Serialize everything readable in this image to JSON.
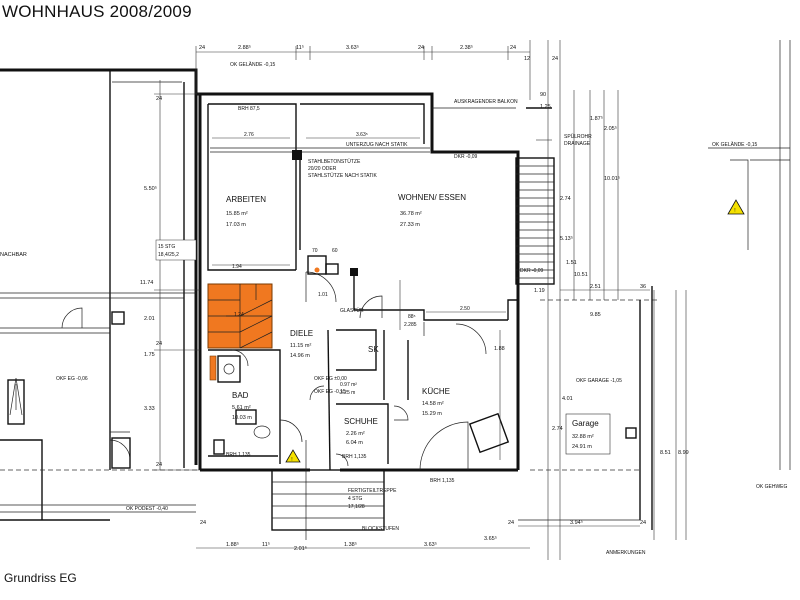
{
  "title": "WOHNHAUS 2008/2009",
  "caption": "Grundriss EG",
  "rooms": {
    "arbeiten": {
      "name": "ARBEITEN",
      "area": "15.85 m²",
      "perimeter": "17.03 m"
    },
    "wohnen": {
      "name": "WOHNEN/ ESSEN",
      "area": "36.78 m²",
      "perimeter": "27.33 m"
    },
    "diele": {
      "name": "DIELE",
      "area": "11.15 m²",
      "perimeter": "14.96 m"
    },
    "bad": {
      "name": "BAD",
      "area": "5.61 m²",
      "perimeter": "10.03 m"
    },
    "kueche": {
      "name": "KÜCHE",
      "area": "14.58 m²",
      "perimeter": "15.29 m"
    },
    "schuhe": {
      "name": "SCHUHE",
      "area": "2.26 m²",
      "perimeter": "6.04 m"
    },
    "sk": {
      "name": "SK",
      "area": "0.97 m²",
      "perimeter": "3.25 m"
    },
    "garage": {
      "name": "Garage",
      "area": "32.88 m²",
      "perimeter": "24.91 m"
    }
  },
  "labels": {
    "nachbar": "NACHBAR",
    "balkon": "AUSKRAGENDER BALKON",
    "unterzug": "UNTERZUG NACH STATIK",
    "stahlstuetze_1": "STAHLBETONSTÜTZE",
    "stahlstuetze_2": "20/20 ODER",
    "stahlstuetze_3": "STAHLSTÜTZE NACH STATIK",
    "stg_1": "15 STG",
    "stg_2": "18,4/25,2",
    "treppe_1": "FERTIGTEILTREPPE",
    "treppe_2": "4 STG",
    "treppe_3": "17,1/28",
    "blockstufen": "BLOCKSTUFEN",
    "glastuer": "GLASTÜR",
    "spulrohr": "SPÜLROHR",
    "drainage": "DRAINAGE",
    "brh_875": "BRH 87,5",
    "brh_1135_a": "BRH 1,135",
    "brh_1135_b": "BRH 1,135",
    "brh_1135_c": "BRH 1,135",
    "ok_gelaende_l": "OK GELÄNDE -0,15",
    "ok_gelaende_r": "OK GELÄNDE -0,15",
    "okf_eg_l": "OKF EG -0,06",
    "okf_eg_diele": "OKF EG ±0,00",
    "okf_eg_bad": "OKF EG -0,15",
    "ok_podest": "OK PODEST -0,40",
    "okf_garage": "OKF GARAGE -1,05",
    "ok_gehweg": "OK GEHWEG",
    "dkr_1": "DKR -0,09",
    "dkr_2": "DKR -0,09",
    "anmerkung": "ANMERKUNGEN"
  },
  "dims": {
    "top_24a": "24",
    "top_288": "2.88⁵",
    "top_115": "11⁵",
    "top_363": "3.63⁵",
    "top_24b": "24",
    "top_238": "2.38⁵",
    "top_24c": "24",
    "top_12": "12",
    "top_90": "90",
    "top_24d": "24",
    "top_125": "1.25",
    "w_276": "2.76",
    "w_363": "3.63⁵",
    "w_194": "1.94",
    "w_250": "2.50",
    "w_88": "88⁵",
    "w_2285": "2.285",
    "w_70": "70",
    "w_60": "60",
    "w_101": "1.01",
    "w_124": "1.24",
    "v_24a": "24",
    "v_5505": "5.50⁵",
    "v_1174": "11.74",
    "v_201": "2.01",
    "v_24b": "24",
    "v_175": "1.75",
    "v_333": "3.33",
    "v_24c": "24",
    "v_274": "2.74",
    "v_5135": "5.13⁵",
    "v_1051": "10.51",
    "v_187": "1.87⁵",
    "v_2055": "2.05⁵",
    "v_151": "1.51",
    "v_10015": "10.01⁵",
    "v_985": "9.85",
    "v_401": "4.01",
    "v_851": "8.51",
    "v_899": "8.99",
    "v_274b": "2.74",
    "v_188": "1.88",
    "v_36": "36",
    "v_251": "2.51",
    "v_119": "1.19",
    "b_188": "1.88⁵",
    "b_115": "11⁵",
    "b_2015": "2.01⁵",
    "b_1385": "1.38⁵",
    "b_363": "3.63⁵",
    "b_365": "3.65⁵",
    "b_394": "3.94⁵",
    "b_24a": "24",
    "b_24b": "24",
    "b_24c": "24"
  },
  "colors": {
    "stair": "#f07820",
    "warning": "#f4e000",
    "wall": "#111111"
  }
}
